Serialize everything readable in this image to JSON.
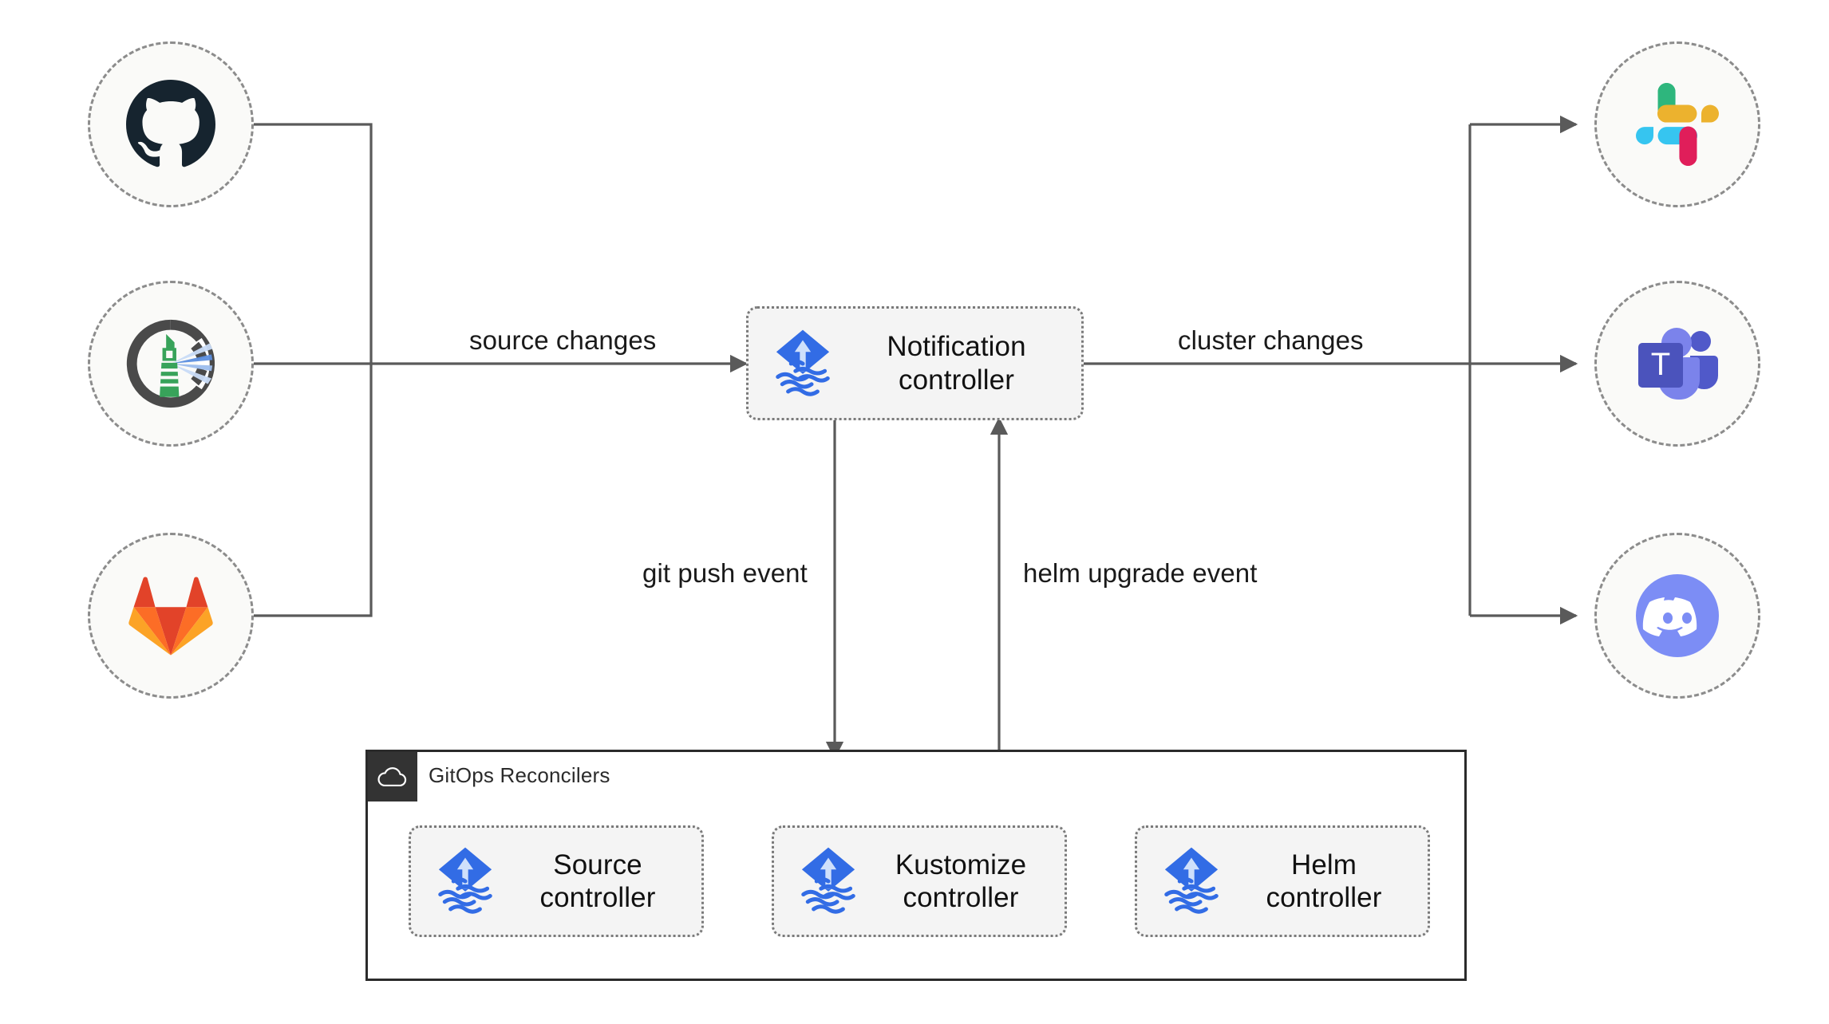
{
  "diagram": {
    "title": "Flux notification controller architecture",
    "background": "#ffffff",
    "line_color": "#5a5a5a",
    "group_border_color": "#2b2b2b",
    "node_fill": "#f4f4f4",
    "endpoint_fill": "#fafaf8",
    "dash_color": "#8c8c8c"
  },
  "sources": [
    {
      "id": "github",
      "icon": "github-icon",
      "label": "GitHub",
      "color": "#16242f"
    },
    {
      "id": "gitea",
      "icon": "gitea-lighthouse-icon",
      "label": "Gitea",
      "color": "#4caf50"
    },
    {
      "id": "gitlab",
      "icon": "gitlab-icon",
      "label": "GitLab",
      "color": "#e24329"
    }
  ],
  "destinations": [
    {
      "id": "slack",
      "icon": "slack-icon",
      "label": "Slack",
      "color": "#36c5f0"
    },
    {
      "id": "teams",
      "icon": "teams-icon",
      "label": "Microsoft Teams",
      "color": "#5059c9"
    },
    {
      "id": "discord",
      "icon": "discord-icon",
      "label": "Discord",
      "color": "#7c8df5"
    }
  ],
  "nodes": {
    "notification": {
      "icon": "flux-icon",
      "label": "Notification\ncontroller"
    },
    "source": {
      "icon": "flux-icon",
      "label": "Source\ncontroller"
    },
    "kustomize": {
      "icon": "flux-icon",
      "label": "Kustomize\ncontroller"
    },
    "helm": {
      "icon": "flux-icon",
      "label": "Helm\ncontroller"
    }
  },
  "group": {
    "icon": "cloud-icon",
    "title": "GitOps Reconcilers"
  },
  "edges": [
    {
      "id": "source-changes",
      "label": "source changes",
      "from": "sources",
      "to": "notification"
    },
    {
      "id": "cluster-changes",
      "label": "cluster changes",
      "from": "notification",
      "to": "destinations"
    },
    {
      "id": "git-push-event",
      "label": "git push event",
      "from": "notification",
      "to": "gitops-group"
    },
    {
      "id": "helm-upgrade-event",
      "label": "helm upgrade event",
      "from": "helm",
      "to": "notification"
    },
    {
      "id": "source-to-kustomize",
      "label": "",
      "from": "source",
      "to": "kustomize"
    },
    {
      "id": "kustomize-to-helm",
      "label": "",
      "from": "kustomize",
      "to": "helm"
    }
  ]
}
